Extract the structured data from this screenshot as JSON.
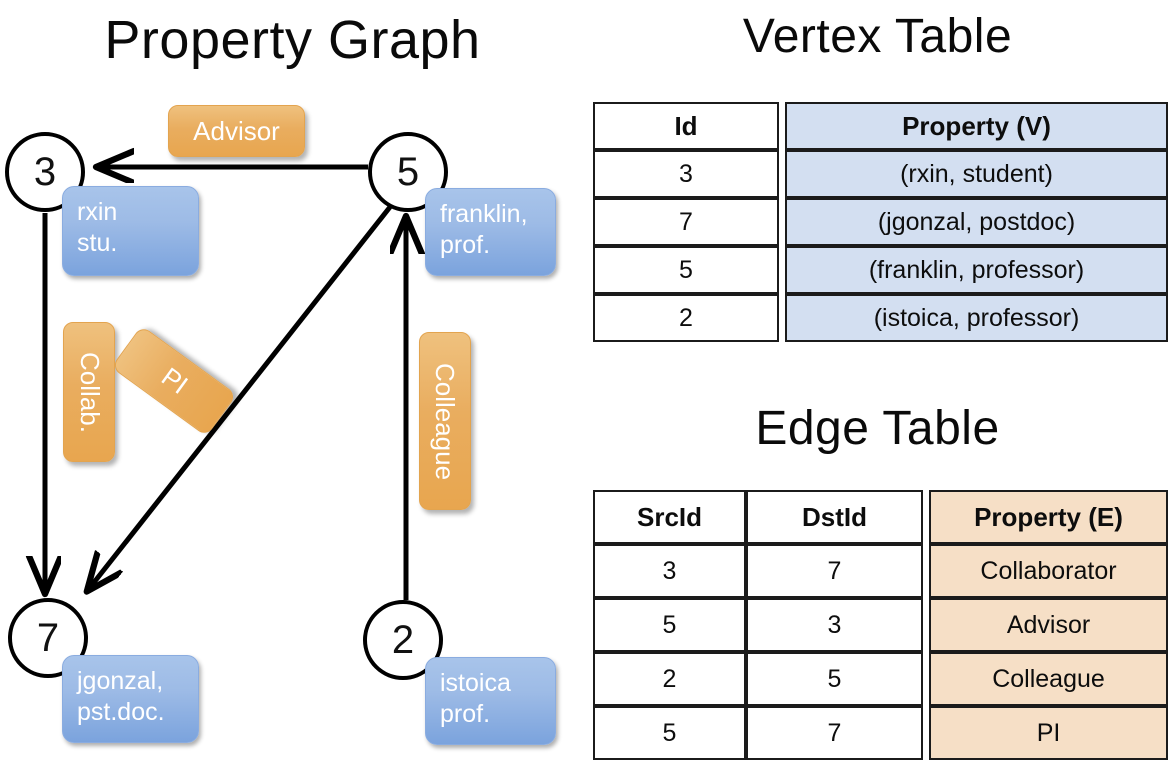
{
  "panels": {
    "graph_title": "Property Graph",
    "vertex_title": "Vertex Table",
    "edge_title": "Edge Table"
  },
  "graph": {
    "nodes": [
      {
        "id": "3",
        "label": "3",
        "property_line1": "rxin",
        "property_line2": "stu."
      },
      {
        "id": "5",
        "label": "5",
        "property_line1": "franklin,",
        "property_line2": "prof."
      },
      {
        "id": "7",
        "label": "7",
        "property_line1": "jgonzal,",
        "property_line2": "pst.doc."
      },
      {
        "id": "2",
        "label": "2",
        "property_line1": "istoica",
        "property_line2": "prof."
      }
    ],
    "edge_labels": [
      {
        "name": "advisor",
        "text": "Advisor",
        "orientation": "horizontal"
      },
      {
        "name": "collab",
        "text": "Collab.",
        "orientation": "vertical"
      },
      {
        "name": "pi",
        "text": "PI",
        "orientation": "rotated"
      },
      {
        "name": "colleague",
        "text": "Colleague",
        "orientation": "vertical"
      }
    ]
  },
  "vertex_table": {
    "headers": [
      "Id",
      "Property (V)"
    ],
    "rows": [
      {
        "id": "3",
        "property": "(rxin, student)"
      },
      {
        "id": "7",
        "property": "(jgonzal, postdoc)"
      },
      {
        "id": "5",
        "property": "(franklin, professor)"
      },
      {
        "id": "2",
        "property": "(istoica, professor)"
      }
    ]
  },
  "edge_table": {
    "headers": [
      "SrcId",
      "DstId",
      "Property (E)"
    ],
    "rows": [
      {
        "src": "3",
        "dst": "7",
        "property": "Collaborator"
      },
      {
        "src": "5",
        "dst": "3",
        "property": "Advisor"
      },
      {
        "src": "2",
        "dst": "5",
        "property": "Colleague"
      },
      {
        "src": "5",
        "dst": "7",
        "property": "PI"
      }
    ]
  },
  "colors": {
    "vertex_property_fill": "#d3dff1",
    "edge_property_fill": "#f6dfc6",
    "node_box_blue": "#9dbbe6",
    "edge_label_orange": "#e9ad5f"
  }
}
